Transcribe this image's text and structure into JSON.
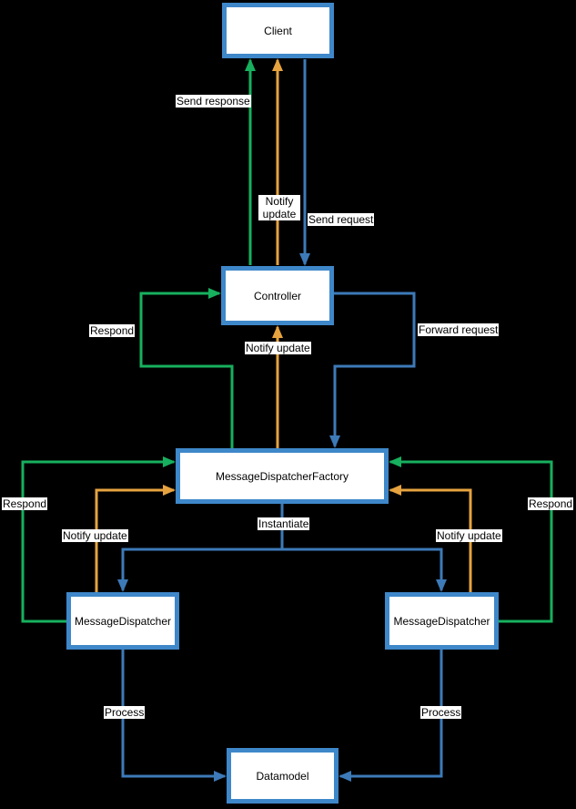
{
  "canvas": {
    "background": "#000000"
  },
  "colors": {
    "node_fill": "#ffffff",
    "node_border": "#3e87c9",
    "green": "#17b05e",
    "orange": "#e6a33f",
    "blue": "#3d7ab8",
    "label_bg": "#ffffff",
    "label_text": "#000000"
  },
  "nodes": {
    "client": {
      "label": "Client"
    },
    "controller": {
      "label": "Controller"
    },
    "factory": {
      "label": "MessageDispatcherFactory"
    },
    "dispatcher_left": {
      "label": "MessageDispatcher"
    },
    "dispatcher_right": {
      "label": "MessageDispatcher"
    },
    "datamodel": {
      "label": "Datamodel"
    }
  },
  "edges": {
    "send_response": {
      "label": "Send response",
      "color": "green",
      "from": "Controller",
      "to": "Client"
    },
    "notify_update_top": {
      "label": "Notify update",
      "color": "orange",
      "from": "Controller",
      "to": "Client"
    },
    "send_request": {
      "label": "Send request",
      "color": "blue",
      "from": "Client",
      "to": "Controller"
    },
    "respond_mid": {
      "label": "Respond",
      "color": "green",
      "from": "MessageDispatcherFactory",
      "to": "Controller"
    },
    "notify_update_mid": {
      "label": "Notify update",
      "color": "orange",
      "from": "MessageDispatcherFactory",
      "to": "Controller"
    },
    "forward_request": {
      "label": "Forward request",
      "color": "blue",
      "from": "Controller",
      "to": "MessageDispatcherFactory"
    },
    "respond_left": {
      "label": "Respond",
      "color": "green",
      "from": "MessageDispatcher (left)",
      "to": "MessageDispatcherFactory"
    },
    "notify_update_left": {
      "label": "Notify update",
      "color": "orange",
      "from": "MessageDispatcher (left)",
      "to": "MessageDispatcherFactory"
    },
    "respond_right": {
      "label": "Respond",
      "color": "green",
      "from": "MessageDispatcher (right)",
      "to": "MessageDispatcherFactory"
    },
    "notify_update_right": {
      "label": "Notify update",
      "color": "orange",
      "from": "MessageDispatcher (right)",
      "to": "MessageDispatcherFactory"
    },
    "instantiate": {
      "label": "Instantiate",
      "color": "blue",
      "from": "MessageDispatcherFactory",
      "to": "MessageDispatcher (both)"
    },
    "process_left": {
      "label": "Process",
      "color": "blue",
      "from": "MessageDispatcher (left)",
      "to": "Datamodel"
    },
    "process_right": {
      "label": "Process",
      "color": "blue",
      "from": "MessageDispatcher (right)",
      "to": "Datamodel"
    }
  }
}
